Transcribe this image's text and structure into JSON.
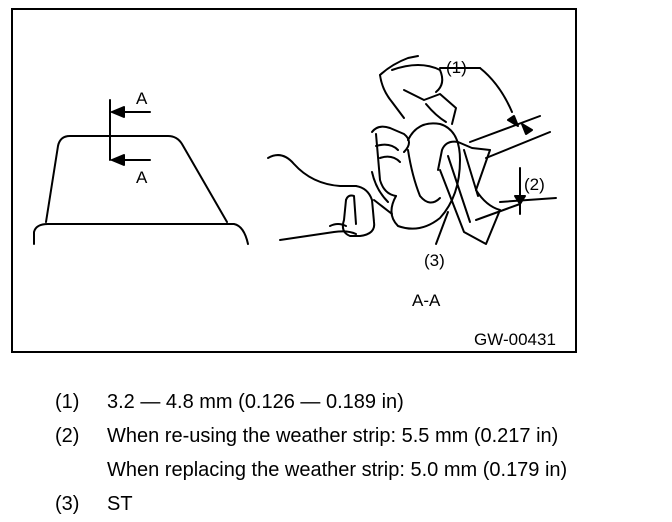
{
  "figure": {
    "section_arrow_label_top": "A",
    "section_arrow_label_bottom": "A",
    "section_view_label": "A-A",
    "callout_1": "(1)",
    "callout_2": "(2)",
    "callout_3": "(3)",
    "figure_id": "GW-00431"
  },
  "legend": [
    {
      "num": "(1)",
      "lines": [
        "3.2 — 4.8 mm (0.126 — 0.189 in)"
      ]
    },
    {
      "num": "(2)",
      "lines": [
        "When re-using the weather strip: 5.5 mm (0.217 in)",
        "When replacing the weather strip: 5.0 mm (0.179 in)"
      ]
    },
    {
      "num": "(3)",
      "lines": [
        "ST"
      ]
    }
  ]
}
